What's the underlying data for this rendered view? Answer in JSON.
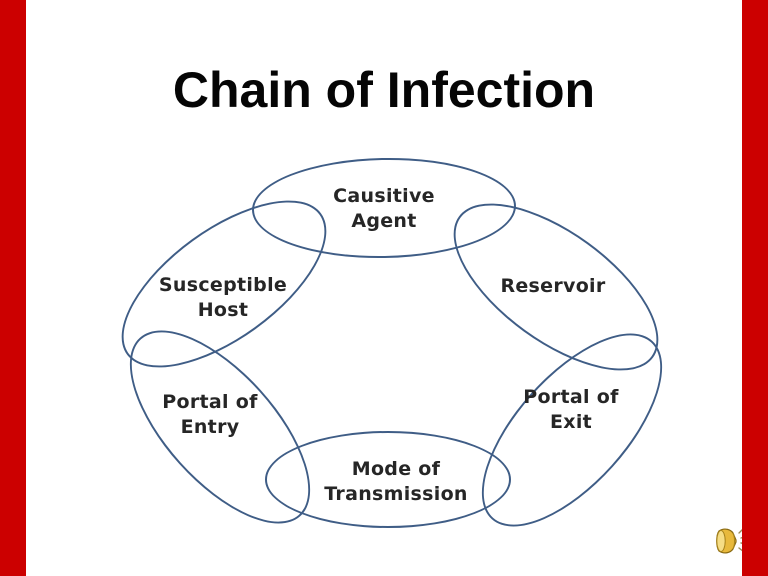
{
  "slide": {
    "title": "Chain of Infection",
    "background_color": "#ffffff",
    "edge_bar_color": "#cc0000"
  },
  "diagram": {
    "outline_color": "#3f5d86",
    "label_color": "#262626",
    "nodes": [
      {
        "name": "causative-agent",
        "line1": "Causitive",
        "line2": "Agent"
      },
      {
        "name": "reservoir",
        "line1": "Reservoir",
        "line2": ""
      },
      {
        "name": "portal-of-exit",
        "line1": "Portal of",
        "line2": "Exit"
      },
      {
        "name": "mode-of-transmission",
        "line1": "Mode of",
        "line2": "Transmission"
      },
      {
        "name": "portal-of-entry",
        "line1": "Portal of",
        "line2": "Entry"
      },
      {
        "name": "susceptible-host",
        "line1": "Susceptible",
        "line2": "Host"
      }
    ]
  },
  "audio_icon": {
    "name": "speaker-sound-icon",
    "body_color": "#e8b93c",
    "outline_color": "#8a6a12"
  }
}
